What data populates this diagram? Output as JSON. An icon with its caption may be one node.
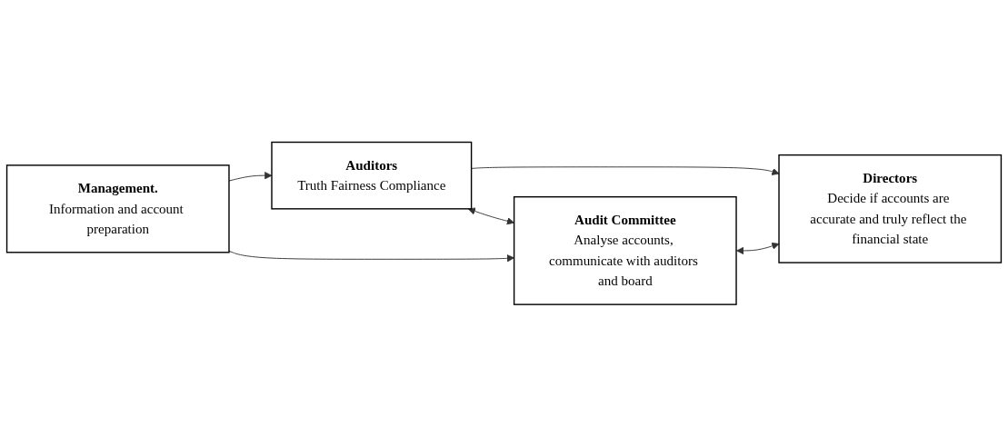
{
  "diagram": {
    "nodes": [
      {
        "text": [
          "Management.",
          "Information and account preparation"
        ]
      },
      {
        "text": [
          "Auditors",
          "Truth Fairness Compliance"
        ]
      },
      {
        "text": [
          "Directors",
          "Decide if accounts are accurate and truly reflect the financial state"
        ]
      },
      {
        "text": [
          "Audit Committee",
          "Analyse accounts, communicate with auditors and board"
        ]
      }
    ],
    "edges": [
      {
        "from": 0,
        "to": 1,
        "arrow": "to"
      },
      {
        "from": 1,
        "to": 2,
        "arrow": "to"
      },
      {
        "from": 1,
        "to": 3,
        "arrow": "both"
      },
      {
        "from": 0,
        "to": 3,
        "arrow": "to"
      },
      {
        "from": 3,
        "to": 2,
        "arrow": "both"
      }
    ]
  }
}
